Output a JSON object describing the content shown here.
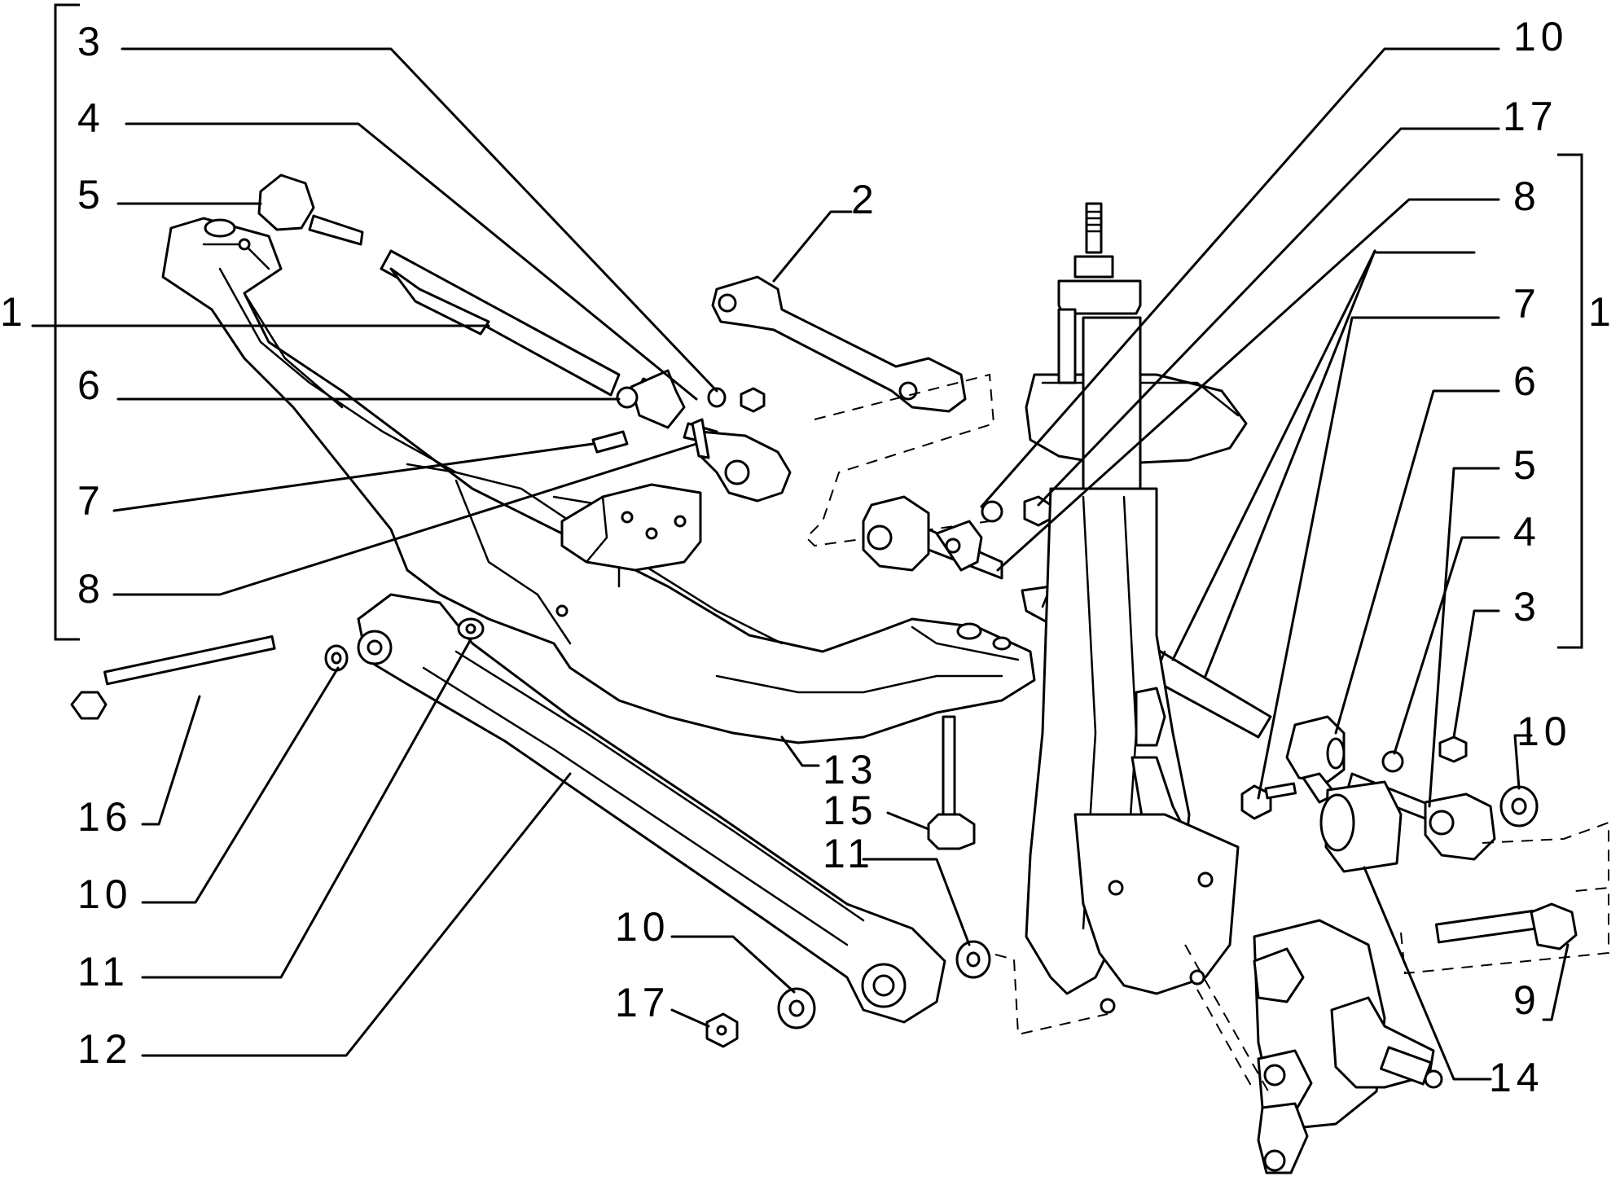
{
  "diagram": {
    "callouts": {
      "l3": "3",
      "l4": "4",
      "l5": "5",
      "l1_left": "1",
      "l6": "6",
      "l7": "7",
      "l8": "8",
      "l16": "16",
      "l10a": "10",
      "l11a": "11",
      "l12": "12",
      "l13": "13",
      "l15": "15",
      "l11b": "11",
      "l10b": "10",
      "l17b": "17",
      "r10": "10",
      "r17": "17",
      "r8": "8",
      "r7": "7",
      "r6": "6",
      "r5": "5",
      "r4": "4",
      "r3": "3",
      "r1": "1",
      "r10b": "10",
      "r9": "9",
      "r14": "14",
      "c2": "2"
    },
    "colors": {
      "ink": "#000000",
      "paper": "#ffffff"
    }
  }
}
